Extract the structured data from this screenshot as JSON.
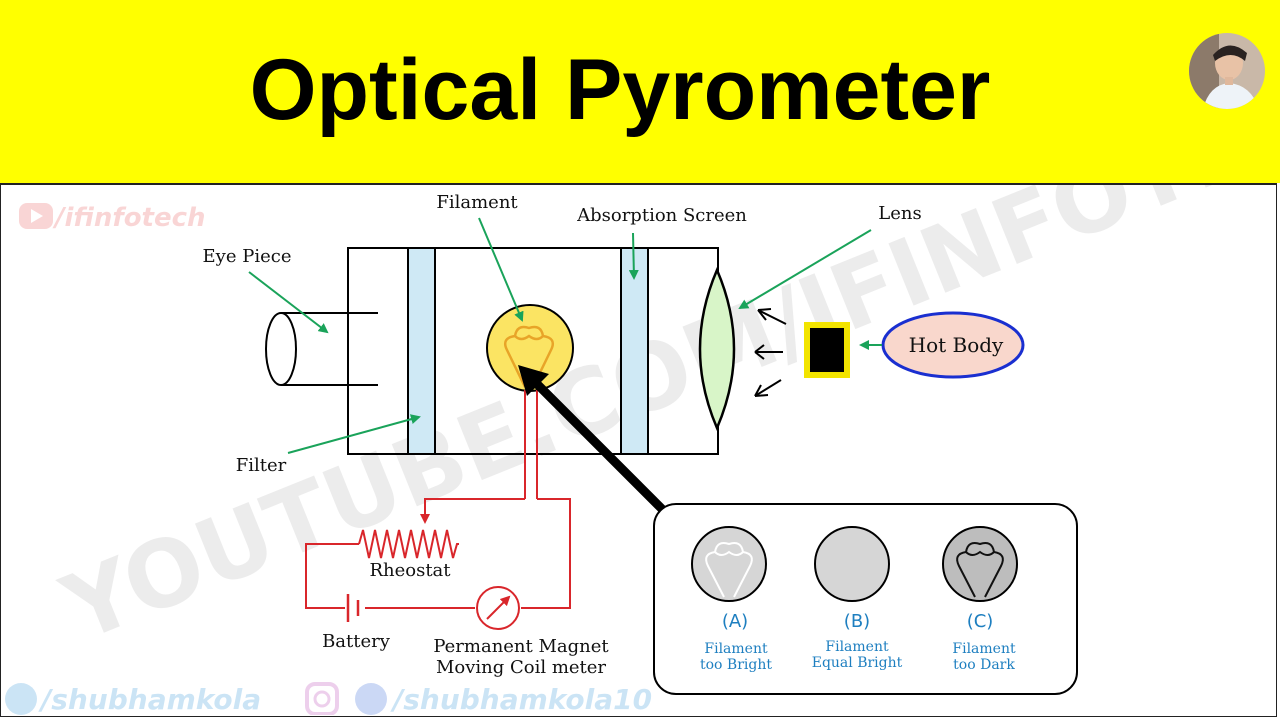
{
  "header": {
    "title": "Optical Pyrometer"
  },
  "watermarks": {
    "youtube_handle": "/ifinfotech",
    "twitter_handle": "/shubhamkola",
    "instagram_handle": "/shubhamkola10",
    "diagonal": "YOUTUBE.COM/IFINFOTECH"
  },
  "labels": {
    "filament": "Filament",
    "absorption_screen": "Absorption Screen",
    "lens": "Lens",
    "eye_piece": "Eye Piece",
    "hot_body": "Hot Body",
    "filter": "Filter",
    "rheostat": "Rheostat",
    "battery": "Battery",
    "meter_line1": "Permanent Magnet",
    "meter_line2": "Moving Coil meter"
  },
  "inset": {
    "cases": [
      {
        "letter": "(A)",
        "line1": "Filament",
        "line2": "too Bright"
      },
      {
        "letter": "(B)",
        "line1": "Filament",
        "line2": "Equal Bright"
      },
      {
        "letter": "(C)",
        "line1": "Filament",
        "line2": "too Dark"
      }
    ]
  },
  "colors": {
    "header_bg": "#ffff00",
    "pointer_green": "#1aa35a",
    "circuit_red": "#d9262b",
    "filter_blue": "#cfe9f5",
    "lens_green": "#d8f5c8",
    "hot_body_fill": "#f9d7cc",
    "hot_body_border": "#1a2fd0",
    "case_label_blue": "#1e7fc0"
  }
}
